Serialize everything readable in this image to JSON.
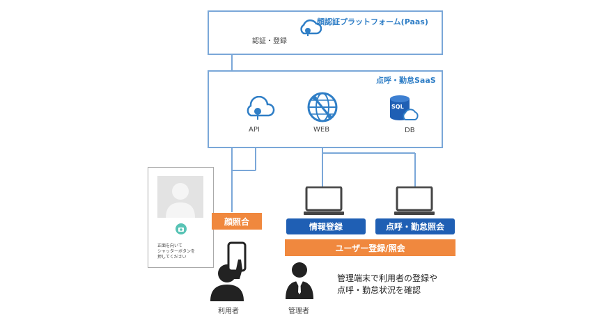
{
  "platform": {
    "title": "顔認証プラットフォーム(Paas)",
    "auth_label": "認証・登録"
  },
  "saas": {
    "title": "点呼・勤怠SaaS",
    "api_label": "API",
    "web_label": "WEB",
    "db_label": "DB",
    "sql_label": "SQL"
  },
  "phone_screen": {
    "instruction_line1": "正面を向いて",
    "instruction_line2": "シャッターボタンを",
    "instruction_line3": "押してください"
  },
  "face_match_label": "顔照合",
  "info_register_label": "情報登録",
  "roll_call_label": "点呼・勤怠照会",
  "user_register_label": "ユーザー登録/照会",
  "user_label": "利用者",
  "admin_label": "管理者",
  "admin_desc_line1": "管理端末で利用者の登録や",
  "admin_desc_line2": "点呼・勤怠状況を確認",
  "colors": {
    "accent_blue": "#2f7ec6",
    "box_border": "#7aa7d8",
    "orange": "#f0883e",
    "dark_blue": "#1f5fb4"
  }
}
